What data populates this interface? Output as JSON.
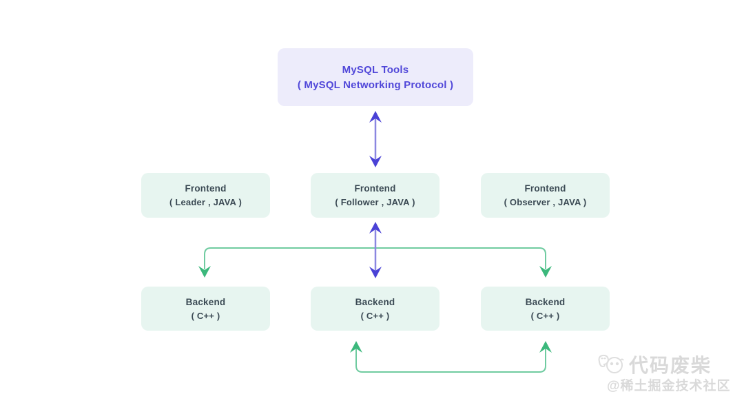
{
  "diagram": {
    "title_semantic": "MySQL proxy architecture diagram",
    "colors": {
      "purple_node_bg": "#edecfb",
      "purple_text": "#5148d9",
      "purple_arrow_head": "#4a42d6",
      "purple_arrow_shaft": "#8a86e0",
      "green_node_bg": "#e7f5f0",
      "green_arrow_head": "#3cb87c",
      "green_arrow_line": "#6fcba0",
      "node_text": "#3b4a54",
      "watermark_gray": "#d9d9d9",
      "background": "#ffffff"
    },
    "nodes": {
      "tools": {
        "title": "MySQL Tools",
        "subtitle": "( MySQL Networking Protocol )"
      },
      "frontend_leader": {
        "title": "Frontend",
        "subtitle": "( Leader , JAVA )"
      },
      "frontend_follower": {
        "title": "Frontend",
        "subtitle": "( Follower , JAVA )"
      },
      "frontend_observer": {
        "title": "Frontend",
        "subtitle": "( Observer , JAVA )"
      },
      "backend_left": {
        "title": "Backend",
        "subtitle": "( C++ )"
      },
      "backend_middle": {
        "title": "Backend",
        "subtitle": "( C++ )"
      },
      "backend_right": {
        "title": "Backend",
        "subtitle": "( C++ )"
      }
    },
    "connectors": [
      {
        "from": "tools",
        "to": "frontend_follower",
        "direction": "bidirectional",
        "color": "#4a42d6"
      },
      {
        "from": "frontend_follower",
        "to": "backend_left",
        "direction": "one-way-down",
        "color": "#3cb87c"
      },
      {
        "from": "frontend_follower",
        "to": "backend_right",
        "direction": "one-way-down",
        "color": "#3cb87c"
      },
      {
        "from": "frontend_follower",
        "to": "backend_middle",
        "direction": "bidirectional",
        "color": "#4a42d6"
      },
      {
        "from": "backend_middle",
        "to": "backend_right",
        "direction": "both-heads-up",
        "color": "#3cb87c"
      }
    ]
  },
  "watermark": {
    "brand": "代码废柴",
    "community": "@稀土掘金技术社区"
  }
}
